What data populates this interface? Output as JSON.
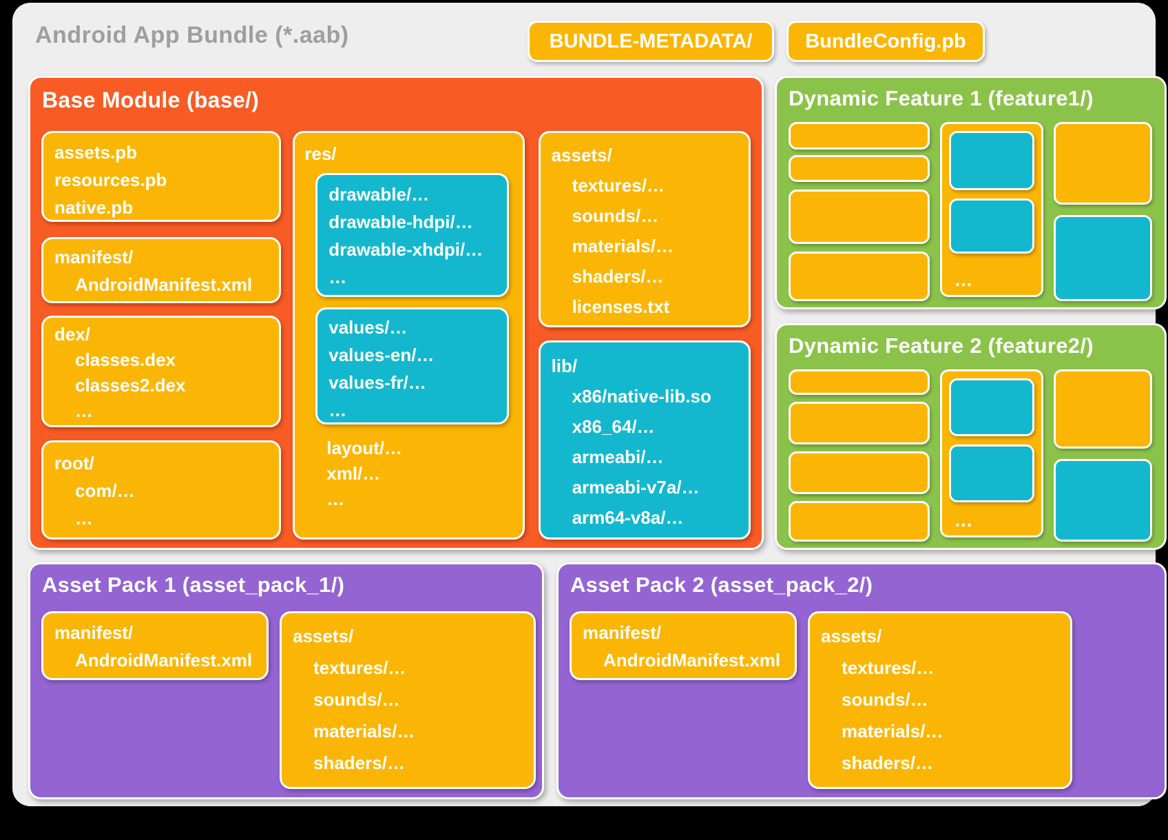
{
  "colors": {
    "orange": "#F95B24",
    "yellow": "#FBB605",
    "cyan": "#14B8CE",
    "green": "#8BC34A",
    "purple": "#9464D2"
  },
  "header": {
    "title": "Android App Bundle (*.aab)",
    "bundle_metadata_label": "BUNDLE-METADATA/",
    "bundle_config_label": "BundleConfig.pb"
  },
  "base_module": {
    "title": "Base Module (base/)",
    "files_box": {
      "lines": [
        {
          "t": "assets.pb"
        },
        {
          "t": "resources.pb"
        },
        {
          "t": "native.pb"
        }
      ]
    },
    "manifest_box": {
      "lines": [
        {
          "t": "manifest/"
        },
        {
          "t": "AndroidManifest.xml",
          "ind": true
        }
      ]
    },
    "dex_box": {
      "lines": [
        {
          "t": "dex/"
        },
        {
          "t": "classes.dex",
          "ind": true
        },
        {
          "t": "classes2.dex",
          "ind": true
        },
        {
          "t": "…",
          "ind": true
        }
      ]
    },
    "root_box": {
      "lines": [
        {
          "t": "root/"
        },
        {
          "t": "com/…",
          "ind": true
        },
        {
          "t": "…",
          "ind": true
        }
      ]
    },
    "res_box": {
      "label": "res/",
      "drawable_box": {
        "lines": [
          {
            "t": "drawable/…"
          },
          {
            "t": "drawable-hdpi/…"
          },
          {
            "t": "drawable-xhdpi/…"
          },
          {
            "t": "…"
          }
        ]
      },
      "values_box": {
        "lines": [
          {
            "t": "values/…"
          },
          {
            "t": "values-en/…"
          },
          {
            "t": "values-fr/…"
          },
          {
            "t": "…"
          }
        ]
      },
      "tail": {
        "lines": [
          {
            "t": "layout/…"
          },
          {
            "t": "xml/…"
          },
          {
            "t": "…"
          }
        ]
      }
    },
    "assets_box": {
      "lines": [
        {
          "t": "assets/"
        },
        {
          "t": "textures/…",
          "ind": true
        },
        {
          "t": "sounds/…",
          "ind": true
        },
        {
          "t": "materials/…",
          "ind": true
        },
        {
          "t": "shaders/…",
          "ind": true
        },
        {
          "t": "licenses.txt",
          "ind": true
        }
      ]
    },
    "lib_box": {
      "lines": [
        {
          "t": "lib/"
        },
        {
          "t": "x86/native-lib.so",
          "ind": true
        },
        {
          "t": "x86_64/…",
          "ind": true
        },
        {
          "t": "armeabi/…",
          "ind": true
        },
        {
          "t": "armeabi-v7a/…",
          "ind": true
        },
        {
          "t": "arm64-v8a/…",
          "ind": true
        }
      ]
    }
  },
  "feature1": {
    "title": "Dynamic Feature 1 (feature1/)",
    "ellipsis": "…"
  },
  "feature2": {
    "title": "Dynamic Feature 2 (feature2/)",
    "ellipsis": "…"
  },
  "asset_pack_1": {
    "title": "Asset Pack 1 (asset_pack_1/)",
    "manifest_box": {
      "lines": [
        {
          "t": "manifest/"
        },
        {
          "t": "AndroidManifest.xml",
          "ind": true
        }
      ]
    },
    "assets_box": {
      "lines": [
        {
          "t": "assets/"
        },
        {
          "t": "textures/…",
          "ind": true
        },
        {
          "t": "sounds/…",
          "ind": true
        },
        {
          "t": "materials/…",
          "ind": true
        },
        {
          "t": "shaders/…",
          "ind": true
        }
      ]
    }
  },
  "asset_pack_2": {
    "title": "Asset Pack 2 (asset_pack_2/)",
    "manifest_box": {
      "lines": [
        {
          "t": "manifest/"
        },
        {
          "t": "AndroidManifest.xml",
          "ind": true
        }
      ]
    },
    "assets_box": {
      "lines": [
        {
          "t": "assets/"
        },
        {
          "t": "textures/…",
          "ind": true
        },
        {
          "t": "sounds/…",
          "ind": true
        },
        {
          "t": "materials/…",
          "ind": true
        },
        {
          "t": "shaders/…",
          "ind": true
        }
      ]
    }
  }
}
